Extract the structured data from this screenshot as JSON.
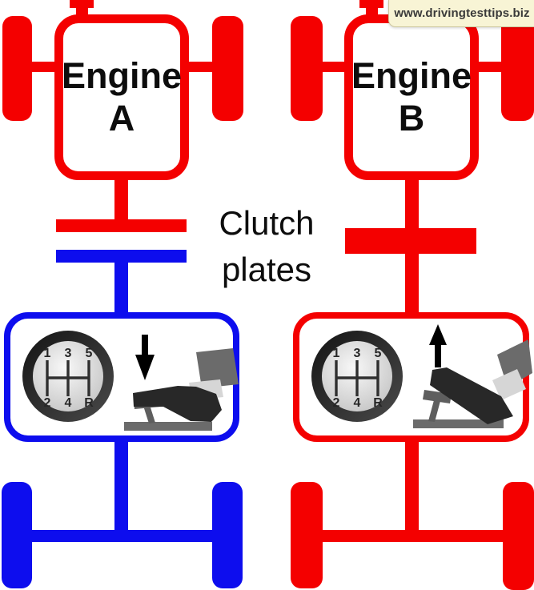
{
  "watermark": {
    "text": "www.drivingtesttips.biz"
  },
  "engine_a": {
    "line1": "Engine",
    "line2": "A"
  },
  "engine_b": {
    "line1": "Engine",
    "line2": "B"
  },
  "clutch_label": {
    "line1": "Clutch",
    "line2": "plates"
  },
  "gear_pattern": {
    "top": [
      "1",
      "3",
      "5"
    ],
    "bottom": [
      "2",
      "4",
      "R"
    ]
  },
  "icons": {
    "pedal_a_arrow": "down-arrow-icon",
    "pedal_b_arrow": "up-arrow-icon"
  },
  "colors": {
    "engine_red": "#f40000",
    "transmission_blue": "#0d0dee",
    "label_black": "#0d0d0d",
    "watermark_bg": "#f8f4d5",
    "watermark_border": "#cdc79e",
    "watermark_text": "#3a3a3a",
    "arrow_black": "#000000"
  }
}
